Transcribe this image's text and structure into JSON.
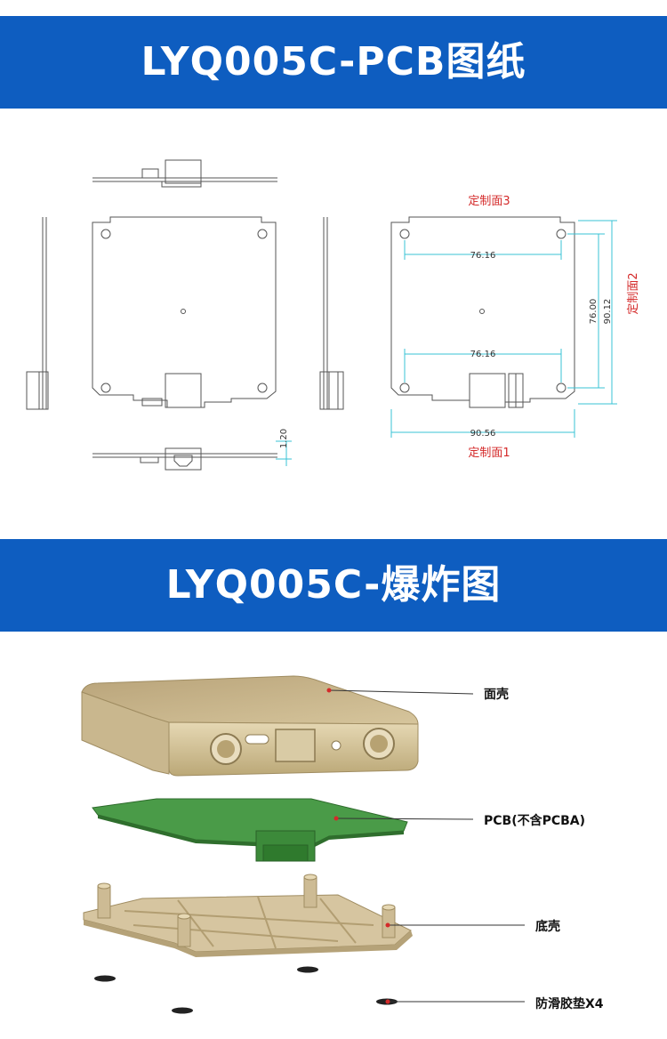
{
  "banners": {
    "pcb_title": "LYQ005C-PCB图纸",
    "exploded_title": "LYQ005C-爆炸图"
  },
  "drawing": {
    "face_3": "定制面3",
    "face_2": "定制面2",
    "face_1": "定制面1",
    "dim_top_width": "76.16",
    "dim_bottom_width": "76.16",
    "dim_inner_height": "76.00",
    "dim_outer_height": "90.12",
    "dim_outer_width": "90.56",
    "dim_thickness": "1.20"
  },
  "exploded": {
    "top_shell": "面壳",
    "pcb": "PCB(不含PCBA)",
    "bottom_shell": "底壳",
    "pads": "防滑胶垫X4"
  },
  "colors": {
    "banner": "#0e5dc0",
    "shell": "#c7b58a",
    "pcb": "#3f8f3f",
    "dimension": "#39c3d6",
    "label_red": "#d42a2a"
  }
}
